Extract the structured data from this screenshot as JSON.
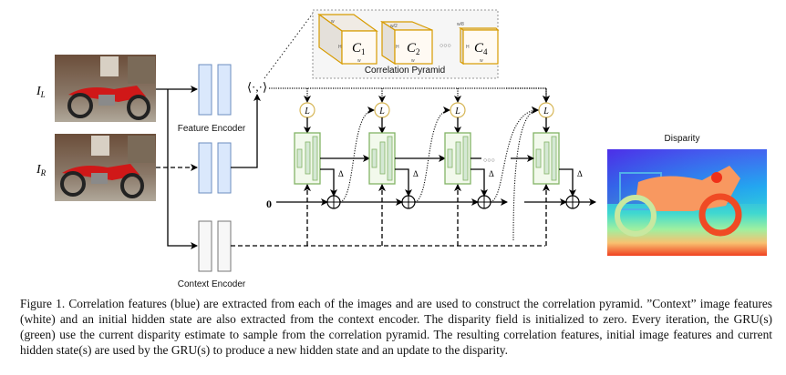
{
  "figure": {
    "inputs": {
      "left_label": "I",
      "left_sub": "L",
      "right_label": "I",
      "right_sub": "R"
    },
    "encoders": {
      "feature_label": "Feature Encoder",
      "context_label": "Context Encoder"
    },
    "correlation": {
      "operator_symbol": "⟨·,·⟩",
      "pyramid_label": "Correlation Pyramid",
      "levels": [
        {
          "name": "C",
          "sub": "1",
          "top_label": "w",
          "side_label": "H",
          "bottom_label": "w"
        },
        {
          "name": "C",
          "sub": "2",
          "top_label": "w/2",
          "side_label": "H",
          "bottom_label": "w"
        },
        {
          "name": "C",
          "sub": "4",
          "top_label": "w/8",
          "side_label": "H",
          "bottom_label": "w"
        }
      ],
      "ellipsis": "○○○"
    },
    "lookup_symbol": "L",
    "update_symbol": "Δ",
    "initial_disparity": "0",
    "gru_ellipsis": "○○○",
    "gru_count": 4,
    "output_label": "Disparity",
    "colors": {
      "feature_encoder_fill": "#dae8fc",
      "feature_encoder_stroke": "#6c8ebf",
      "context_encoder_fill": "#f5f5f5",
      "context_encoder_stroke": "#666666",
      "gru_fill": "#f2f9ec",
      "gru_inner_fill": "#d5e8d4",
      "gru_stroke": "#82b366",
      "lookup_stroke": "#d6b656",
      "pyramid_stroke": "#d79b00",
      "pyramid_fill": "#fffaf3"
    }
  },
  "caption": "Figure 1. Correlation features (blue) are extracted from each of the images and are used to construct the correlation pyramid. ”Context” image features (white) and an initial hidden state are also extracted from the context encoder. The disparity field is initialized to zero. Every iteration, the GRU(s) (green) use the current disparity estimate to sample from the correlation pyramid. The resulting correlation features, initial image features and current hidden state(s) are used by the GRU(s) to produce a new hidden state and an update to the disparity."
}
